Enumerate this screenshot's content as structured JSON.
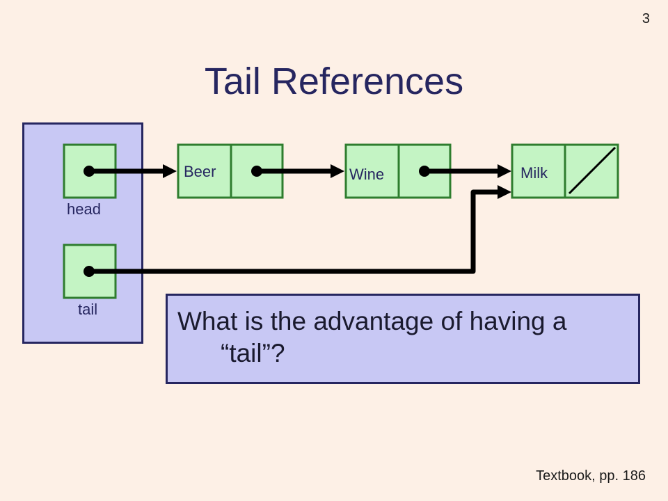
{
  "page_number": "3",
  "title": "Tail References",
  "variables": {
    "head_label": "head",
    "tail_label": "tail"
  },
  "nodes": [
    {
      "value": "Beer"
    },
    {
      "value": "Wine"
    },
    {
      "value": "Milk"
    }
  ],
  "question": "What is the advantage of having a “tail”?",
  "footnote": "Textbook, pp. 186",
  "colors": {
    "background": "#fdf0e6",
    "frame_fill": "#c8c8f4",
    "frame_border": "#262660",
    "node_fill": "#c4f4c4",
    "node_border": "#2e7d2e",
    "arrow": "#000000",
    "title": "#262660"
  }
}
